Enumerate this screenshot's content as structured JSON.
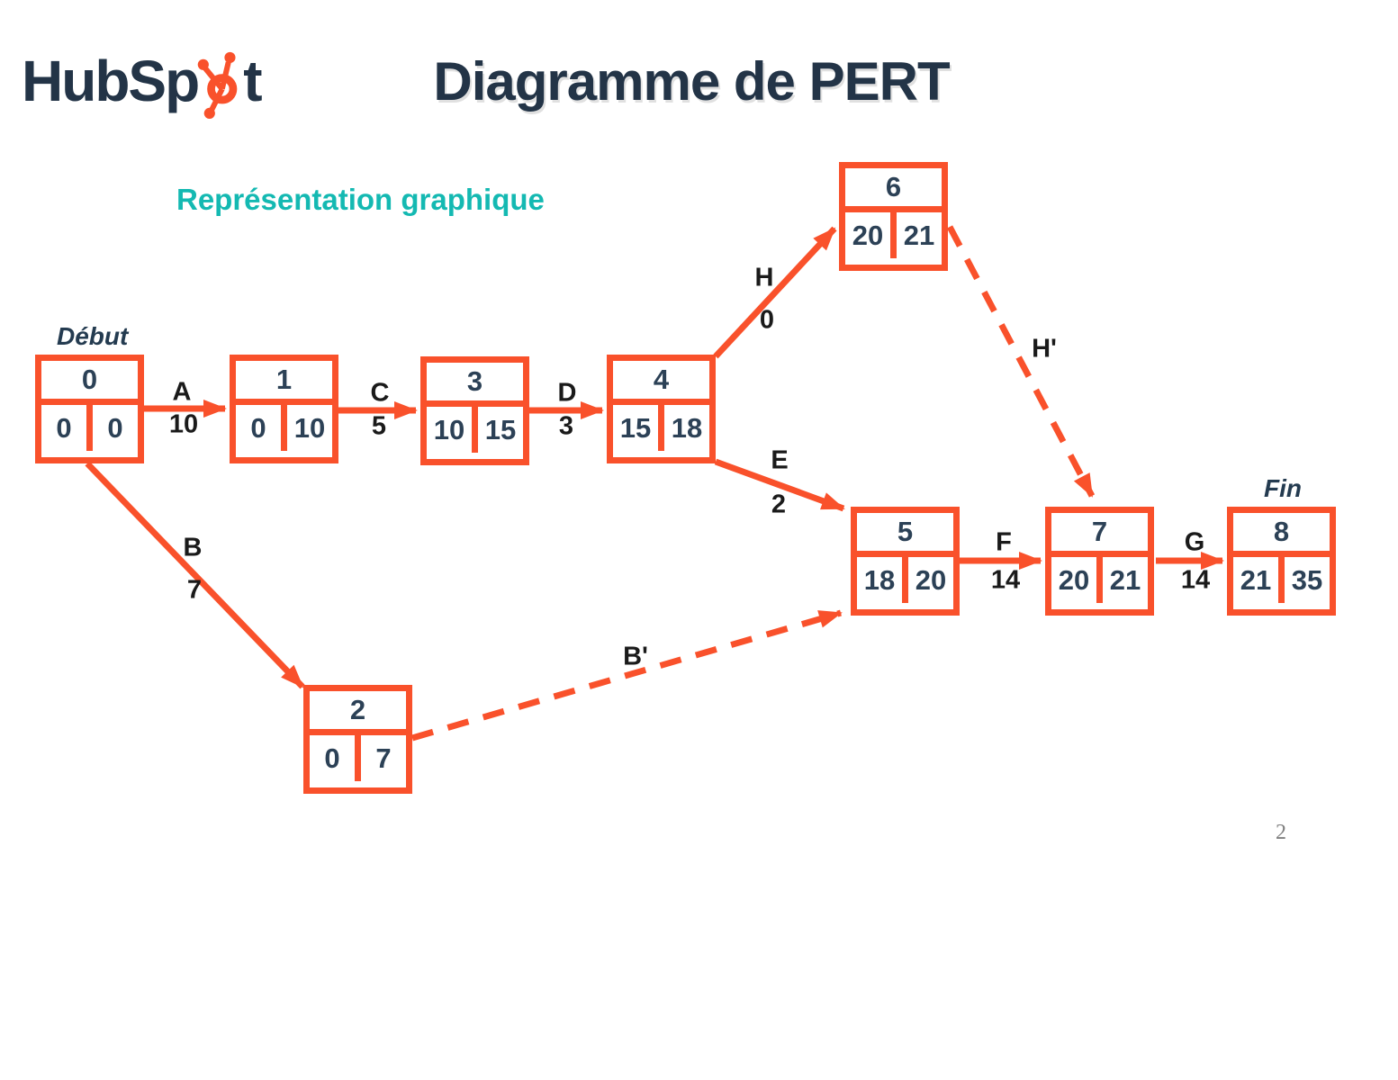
{
  "slide": {
    "logo": {
      "text_before": "HubSp",
      "text_after": "t",
      "icon": "hubspot-sprocket"
    },
    "title": "Diagramme de PERT",
    "subtitle": "Représentation graphique",
    "page_number": "2"
  },
  "colors": {
    "orange": "#F9512B",
    "navy": "#243B50",
    "teal": "#14B9B2",
    "label_ink": "#1A1A1A",
    "page_number_gray": "#7F7F7F"
  },
  "diagram": {
    "type": "pert-network",
    "start_label": "Début",
    "end_label": "Fin",
    "nodes": [
      {
        "id": "0",
        "early": "0",
        "late": "0"
      },
      {
        "id": "1",
        "early": "0",
        "late": "10"
      },
      {
        "id": "3",
        "early": "10",
        "late": "15"
      },
      {
        "id": "4",
        "early": "15",
        "late": "18"
      },
      {
        "id": "6",
        "early": "20",
        "late": "21"
      },
      {
        "id": "2",
        "early": "0",
        "late": "7"
      },
      {
        "id": "5",
        "early": "18",
        "late": "20"
      },
      {
        "id": "7",
        "early": "20",
        "late": "21"
      },
      {
        "id": "8",
        "early": "21",
        "late": "35"
      }
    ],
    "edges": [
      {
        "name": "A",
        "duration": "10",
        "from": "0",
        "to": "1",
        "style": "solid"
      },
      {
        "name": "C",
        "duration": "5",
        "from": "1",
        "to": "3",
        "style": "solid"
      },
      {
        "name": "D",
        "duration": "3",
        "from": "3",
        "to": "4",
        "style": "solid"
      },
      {
        "name": "H",
        "duration": "0",
        "from": "4",
        "to": "6",
        "style": "solid"
      },
      {
        "name": "H'",
        "duration": "",
        "from": "6",
        "to": "7",
        "style": "dashed"
      },
      {
        "name": "E",
        "duration": "2",
        "from": "4",
        "to": "5",
        "style": "solid"
      },
      {
        "name": "B",
        "duration": "7",
        "from": "0",
        "to": "2",
        "style": "solid"
      },
      {
        "name": "B'",
        "duration": "",
        "from": "2",
        "to": "5",
        "style": "dashed"
      },
      {
        "name": "F",
        "duration": "14",
        "from": "5",
        "to": "7",
        "style": "solid"
      },
      {
        "name": "G",
        "duration": "14",
        "from": "7",
        "to": "8",
        "style": "solid"
      }
    ]
  }
}
